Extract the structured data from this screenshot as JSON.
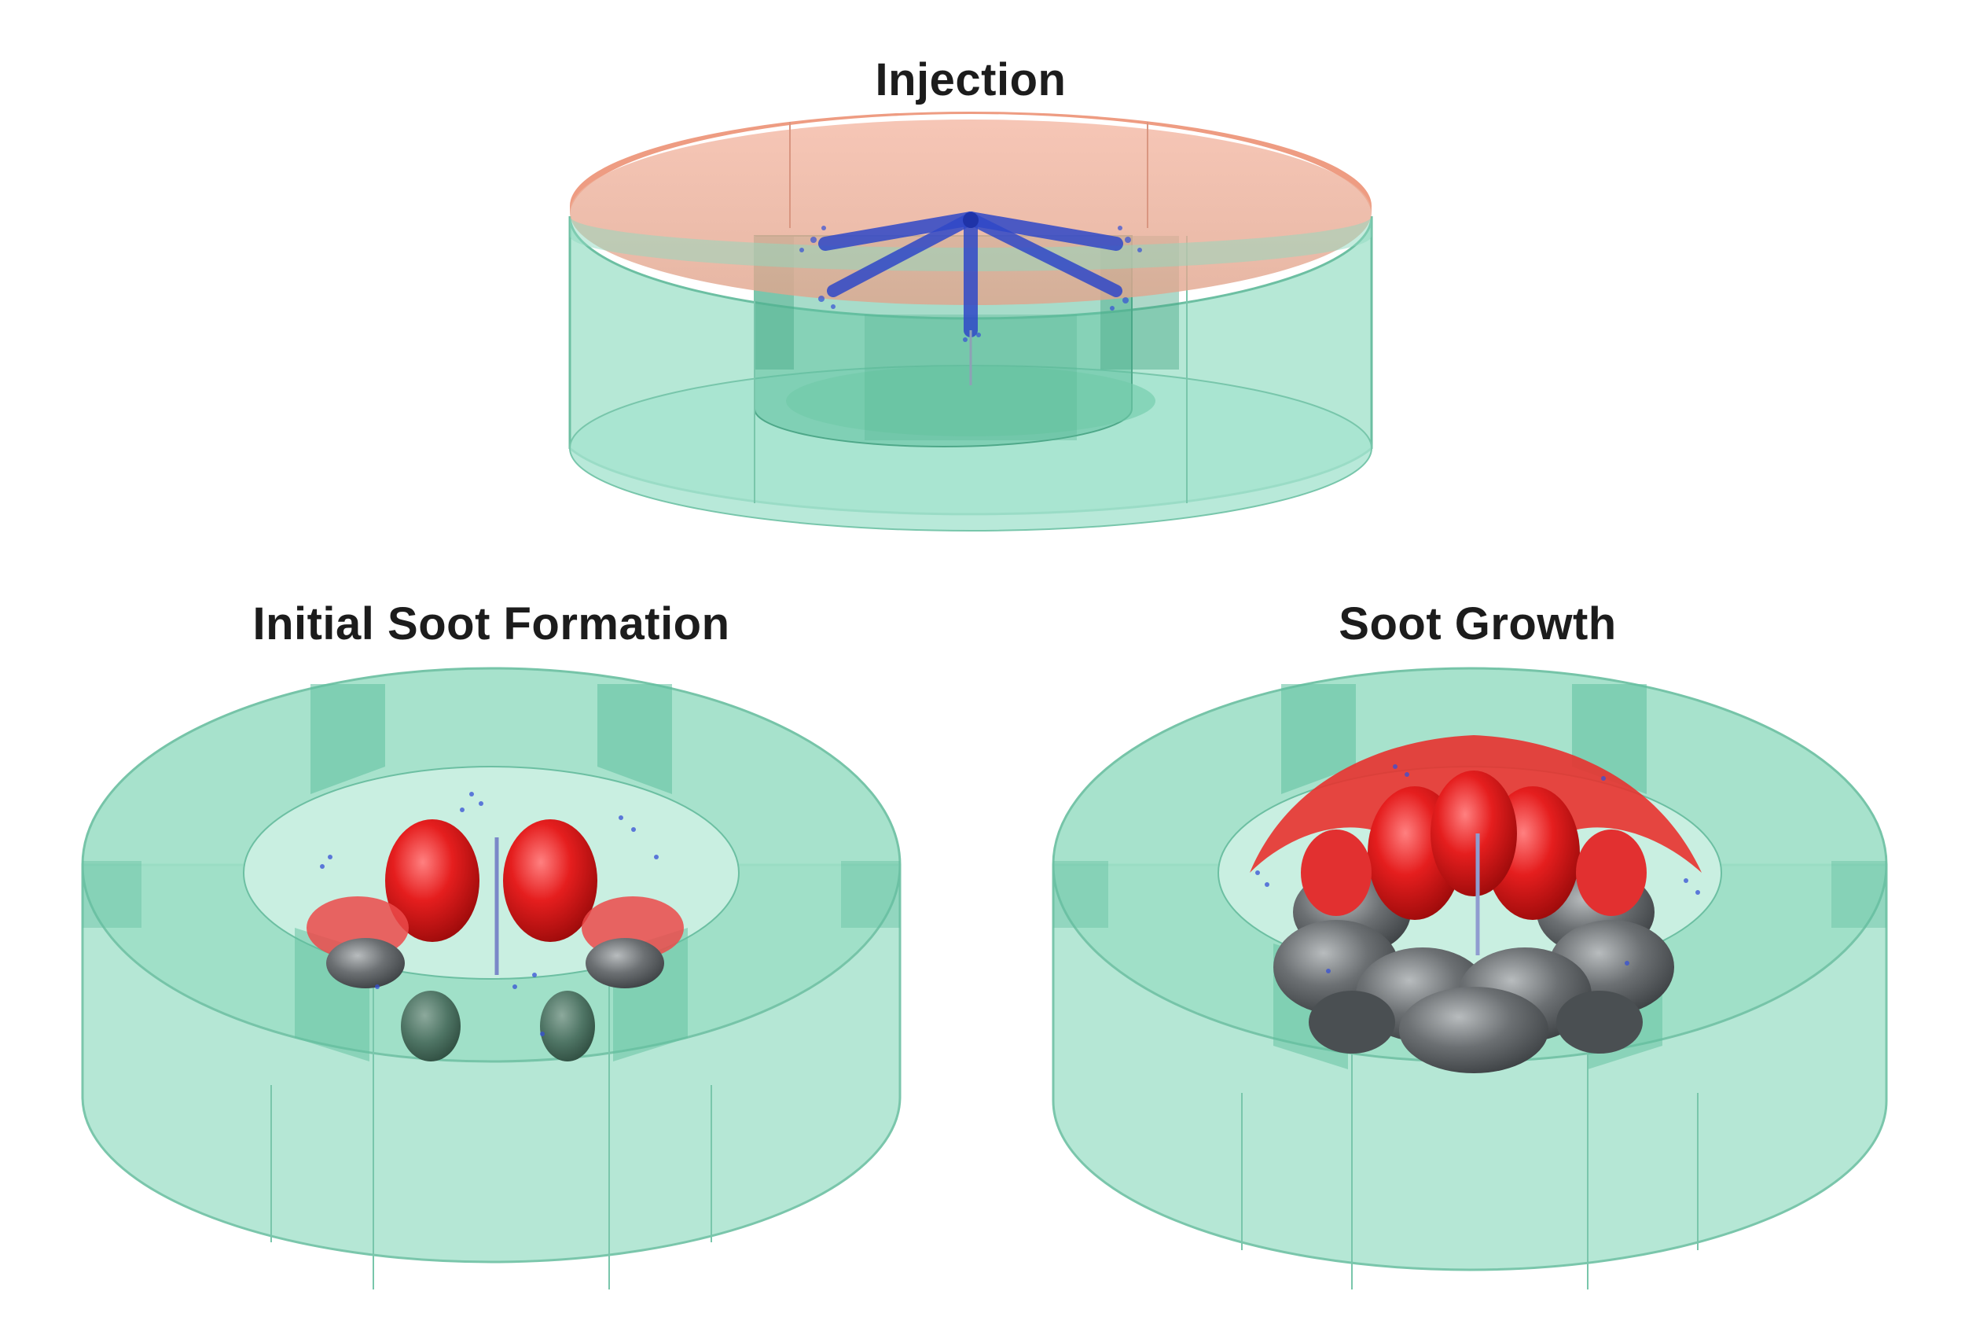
{
  "panels": {
    "injection": {
      "title": "Injection"
    },
    "initial": {
      "title": "Initial Soot Formation"
    },
    "growth": {
      "title": "Soot Growth"
    }
  },
  "colors": {
    "chamber": "#7fd6b8",
    "chamber_edge": "#5fb79a",
    "cylinder_head": "#f0a890",
    "spray": "#2f48c8",
    "soot_red": "#e51e1e",
    "soot_grey": "#5f6366"
  }
}
